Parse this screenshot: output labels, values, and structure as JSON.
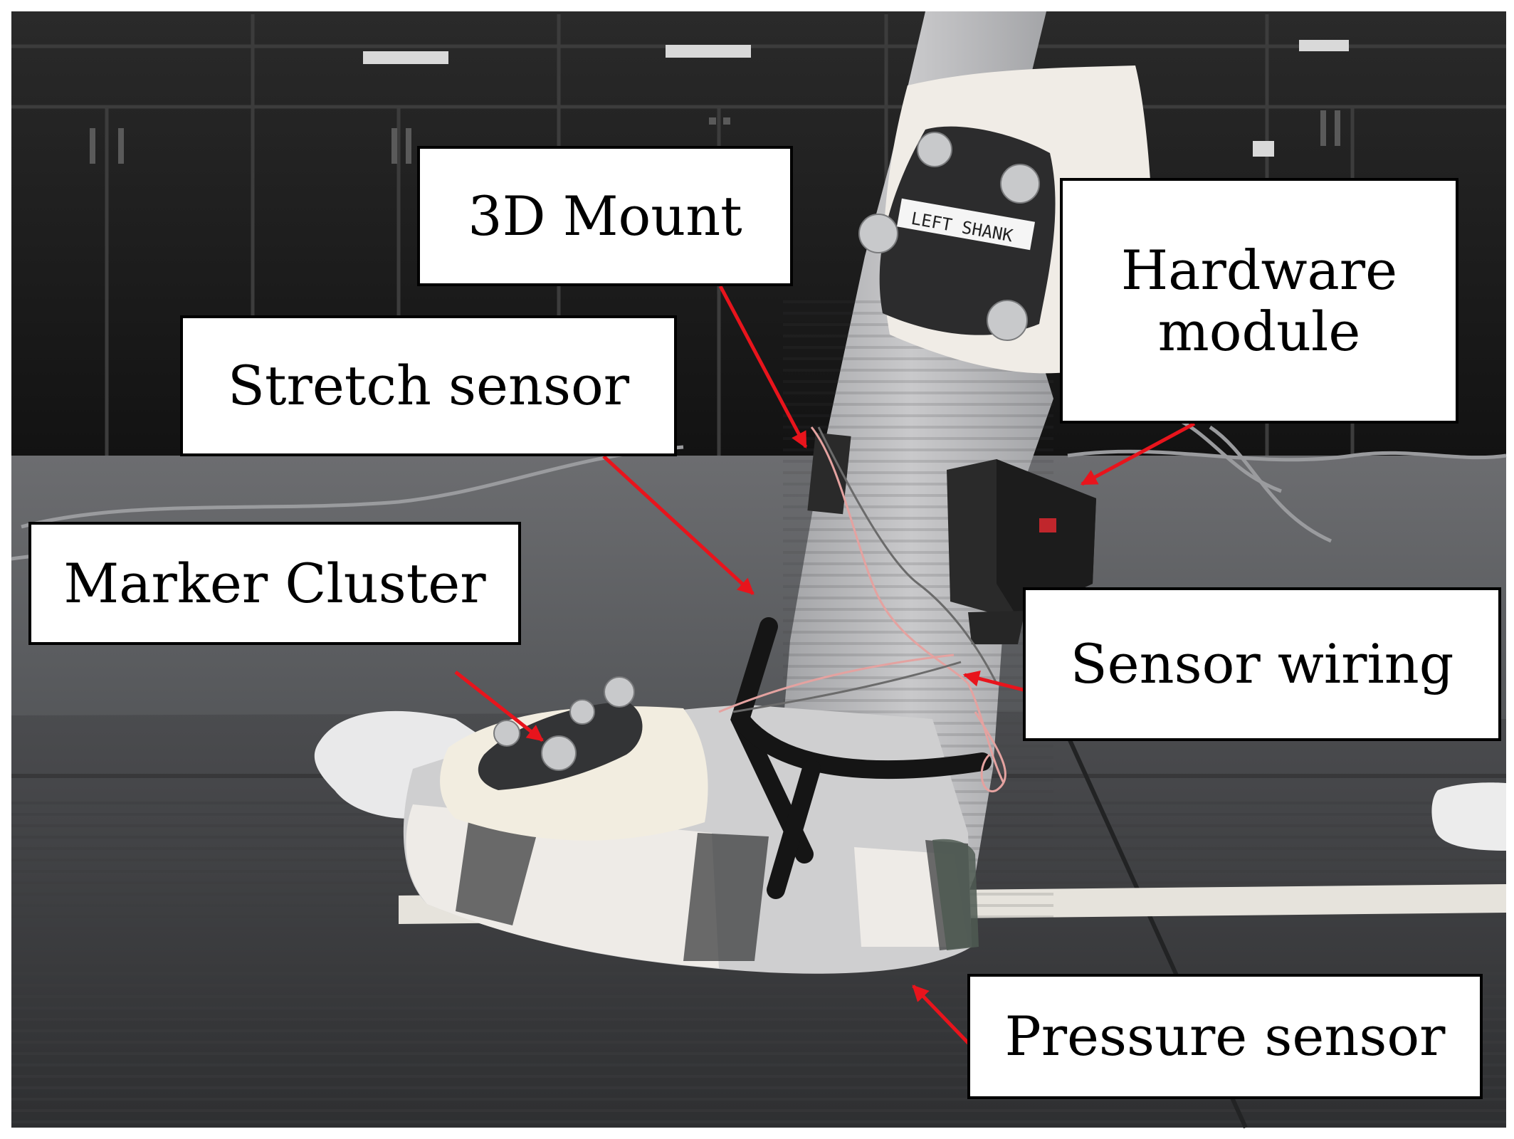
{
  "figure": {
    "labels": {
      "mount": "3D Mount",
      "hardware_line1": "Hardware",
      "hardware_line2": "module",
      "stretch": "Stretch sensor",
      "marker": "Marker Cluster",
      "wiring": "Sensor wiring",
      "pressure": "Pressure sensor"
    },
    "shank_tag": "LEFT SHANK",
    "colors": {
      "arrow": "#e8141c",
      "cabinet": "#1e1e1e",
      "floor": "#4a4b4d",
      "mat": "#38393b",
      "sock": "#b9b9bb",
      "tape": "#f1eee8",
      "strap": "#151515",
      "device": "#2a2a2a"
    }
  }
}
